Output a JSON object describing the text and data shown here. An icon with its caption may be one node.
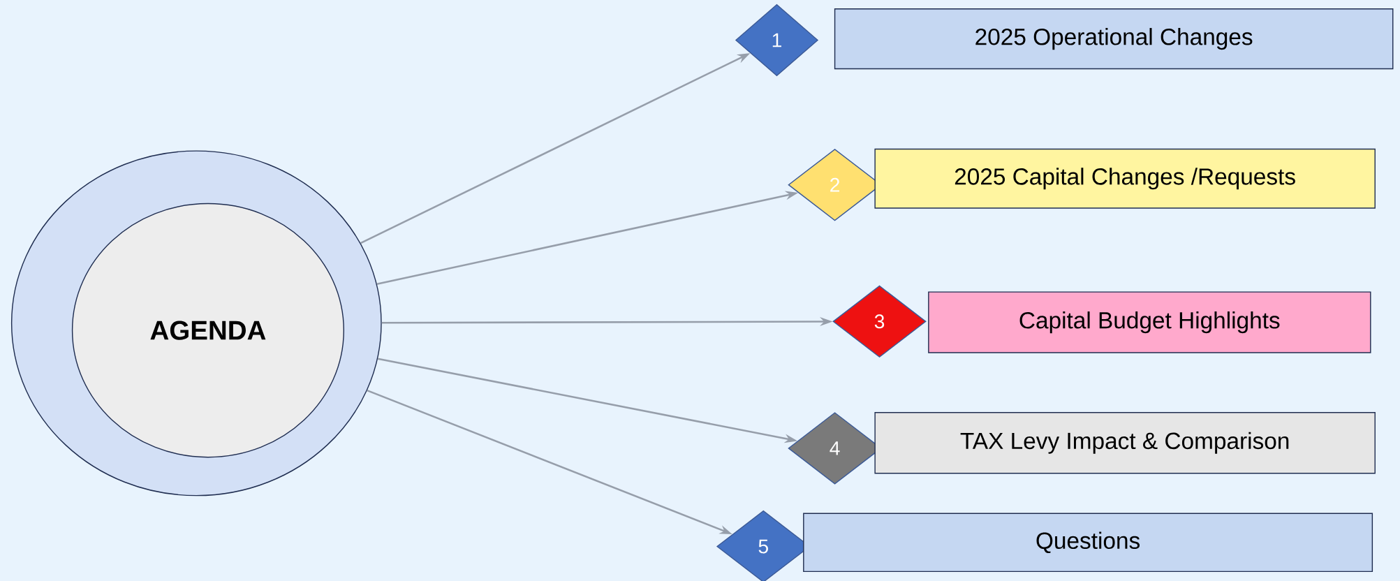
{
  "diagram": {
    "nodes": [
      {
        "text": [],
        "shape": "circle"
      },
      {
        "text": [
          "AGENDA"
        ],
        "in": 0
      },
      {
        "text": [
          "1"
        ]
      },
      {
        "text": [
          "2025 Operational Changes"
        ]
      },
      {
        "text": [
          "2"
        ]
      },
      {
        "text": [
          "2025 Capital Changes /Requests"
        ]
      },
      {
        "text": [
          "3"
        ]
      },
      {
        "text": [
          "Capital Budget Highlights"
        ]
      },
      {
        "text": [
          "4"
        ]
      },
      {
        "text": [
          "TAX Levy Impact & Comparison"
        ]
      },
      {
        "text": [
          "5"
        ]
      },
      {
        "text": [
          "Questions"
        ]
      }
    ],
    "edges": [
      {
        "from": 0,
        "to": 2,
        "arrow": "to"
      },
      {
        "from": 0,
        "to": 4,
        "arrow": "to"
      },
      {
        "from": 0,
        "to": 6,
        "arrow": "to"
      },
      {
        "from": 0,
        "to": 8,
        "arrow": "to"
      },
      {
        "from": 0,
        "to": 10,
        "arrow": "to"
      }
    ]
  }
}
